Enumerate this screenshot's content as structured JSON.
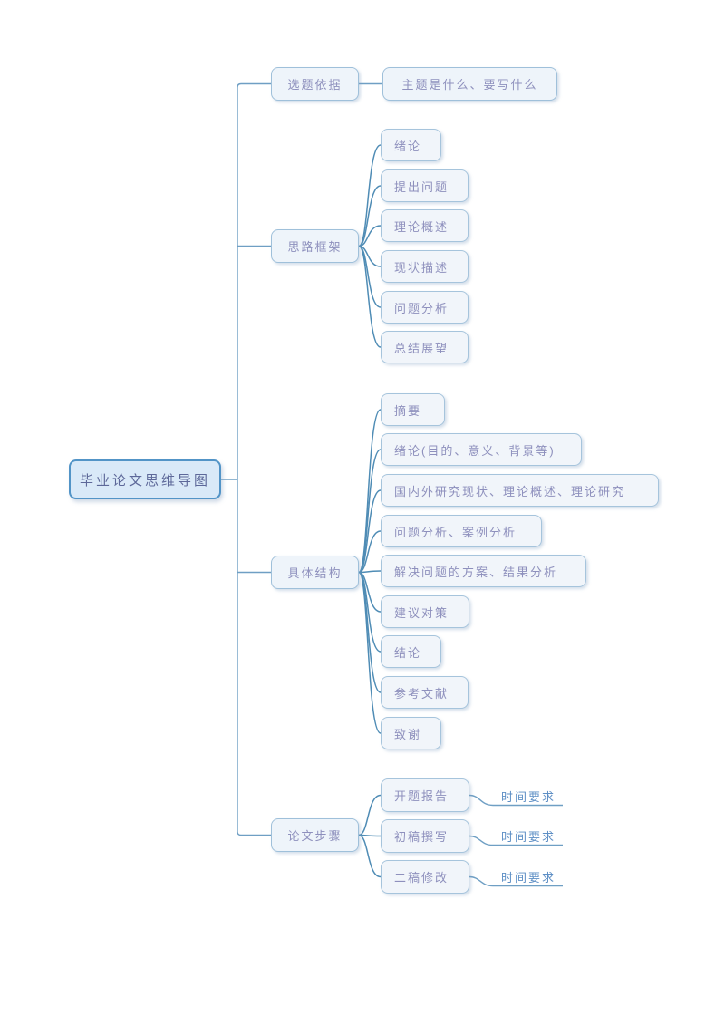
{
  "mindmap": {
    "root": {
      "label": "毕业论文思维导图"
    },
    "branches": [
      {
        "label": "选题依据",
        "children": [
          {
            "label": "主题是什么、要写什么"
          }
        ]
      },
      {
        "label": "思路框架",
        "children": [
          {
            "label": "绪论"
          },
          {
            "label": "提出问题"
          },
          {
            "label": "理论概述"
          },
          {
            "label": "现状描述"
          },
          {
            "label": "问题分析"
          },
          {
            "label": "总结展望"
          }
        ]
      },
      {
        "label": "具体结构",
        "children": [
          {
            "label": "摘要"
          },
          {
            "label": "绪论(目的、意义、背景等)"
          },
          {
            "label": "国内外研究现状、理论概述、理论研究"
          },
          {
            "label": "问题分析、案例分析"
          },
          {
            "label": "解决问题的方案、结果分析"
          },
          {
            "label": "建议对策"
          },
          {
            "label": "结论"
          },
          {
            "label": "参考文献"
          },
          {
            "label": "致谢"
          }
        ]
      },
      {
        "label": "论文步骤",
        "children": [
          {
            "label": "开题报告",
            "note": "时间要求"
          },
          {
            "label": "初稿撰写",
            "note": "时间要求"
          },
          {
            "label": "二稿修改",
            "note": "时间要求"
          }
        ]
      }
    ]
  },
  "colors": {
    "root_fill": "#d9e9f8",
    "root_border": "#5294c7",
    "node_fill": "#f1f5fa",
    "node_border": "#a6c4dc",
    "node_text": "#8e90bd",
    "root_text": "#5d6899",
    "note_text": "#5e8fc5",
    "trunk_line": "#6f9fc4",
    "fan_line": "#4f8cb5"
  }
}
